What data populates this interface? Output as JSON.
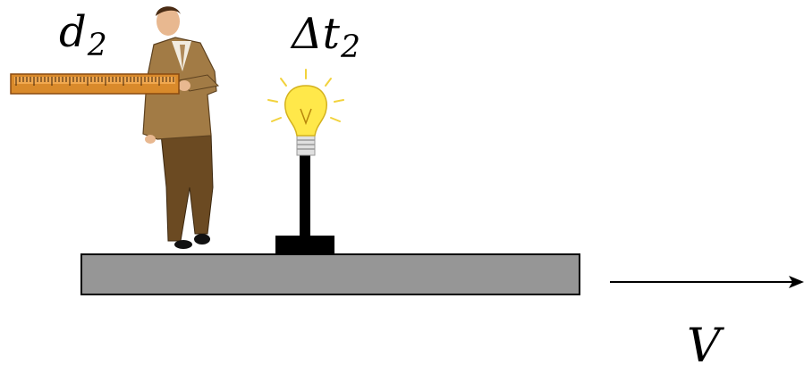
{
  "labels": {
    "distance": {
      "main": "d",
      "sub": "2"
    },
    "time_interval": {
      "main": "Δt",
      "sub": "2"
    },
    "velocity": "V"
  },
  "colors": {
    "platform_fill": "#969696",
    "ruler": "#d98a2b",
    "ruler_dark": "#8a4a10",
    "suit": "#a27b45",
    "trousers": "#6b4a22",
    "bulb": "#ffe84a",
    "bulb_glow": "#f2d23c",
    "stand": "#000000"
  },
  "icons": {
    "person": "man-in-suit-icon",
    "ruler": "ruler-icon",
    "lamp": "light-bulb-icon",
    "arrow": "arrow-right-icon"
  }
}
